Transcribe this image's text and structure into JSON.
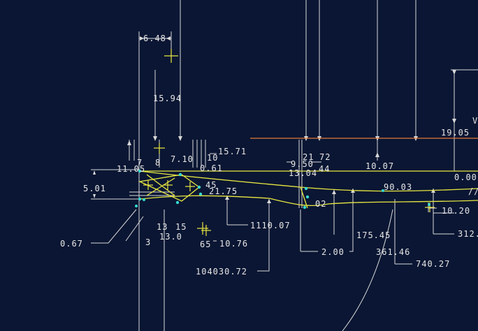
{
  "theme": {
    "background": "#0a1633",
    "dimension_color": "#e6e6e6",
    "profile_color": "#e8e840",
    "reference_color": "#e07a3a",
    "point_color": "#35d9d0"
  },
  "drawing": {
    "dimensions": {
      "d_6_48": "6.48",
      "d_15_94": "15.94",
      "d_15_71": "15.71",
      "d_0_61": "0.61",
      "d_11_05": "11.05",
      "d_5_01": "5.01",
      "d_21_75": "21.75",
      "d_0_67": "0.67",
      "d_13_0": "13.0",
      "d_10_76": "10.76",
      "d_1110_07": "1110.07",
      "d_104030_72": "104030.72",
      "d_9_50": "9.50",
      "d_21": "21",
      "d_72": "72",
      "d_13_04": "13.04",
      "d_44": "44",
      "d_02": "02",
      "d_2_00": "2.00",
      "d_10_07": "10.07",
      "d_90_03": "90.03",
      "d_175_45": "175.45",
      "d_361_46": "361.46",
      "d_740_27": "740.27",
      "d_19_05": "19.05",
      "d_0_00": "0.00",
      "d_10_20": "10.20",
      "d_312": "312.",
      "frag_7": "7",
      "frag_8": "8",
      "frag_7_10": "7.10",
      "frag_10": "10",
      "frag_13": "13",
      "frag_15": "15",
      "frag_3": "3",
      "frag_65": "65",
      "frag_45": "45",
      "frag_v": "V",
      "frag_slash": "//"
    }
  }
}
